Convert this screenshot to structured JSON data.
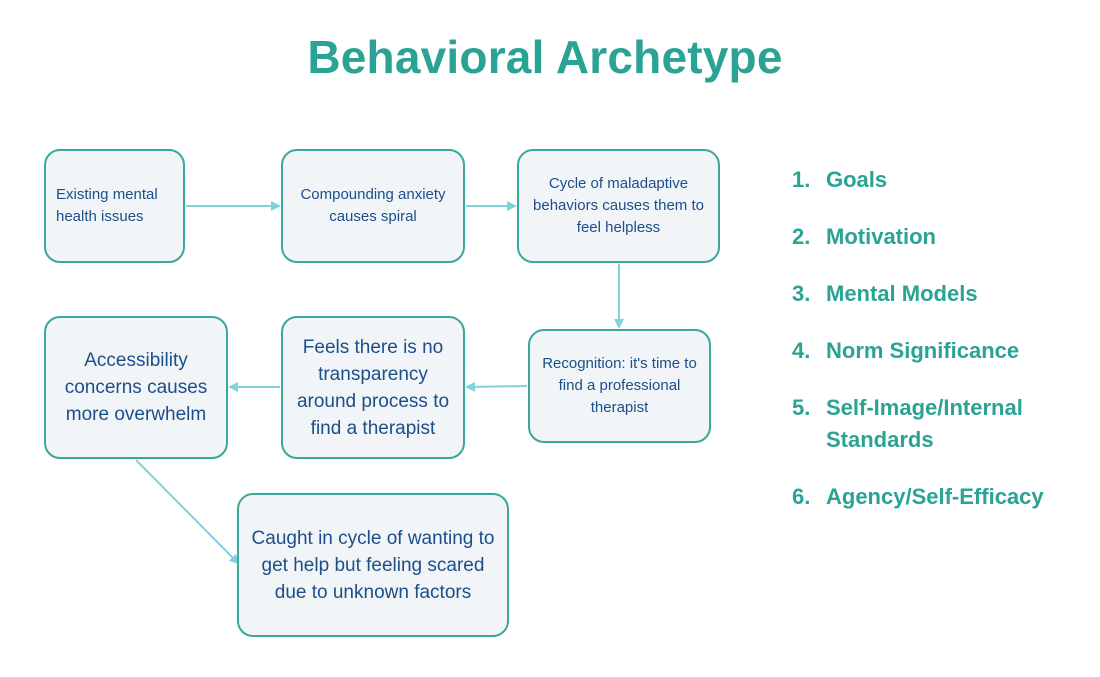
{
  "title": "Behavioral Archetype",
  "flow": {
    "boxes": [
      {
        "text": "Existing mental health issues"
      },
      {
        "text": "Compounding anxiety causes spiral"
      },
      {
        "text": "Cycle of maladaptive behaviors causes them to feel helpless"
      },
      {
        "text": "Recognition: it's time to find a professional therapist"
      },
      {
        "text": "Feels there is no transparency around process to find a therapist"
      },
      {
        "text": "Accessibility concerns causes more overwhelm"
      },
      {
        "text": "Caught in cycle of wanting to get help but feeling scared due to unknown factors"
      }
    ]
  },
  "list": {
    "items": [
      {
        "number": "1.",
        "label": "Goals"
      },
      {
        "number": "2.",
        "label": "Motivation"
      },
      {
        "number": "3.",
        "label": "Mental Models"
      },
      {
        "number": "4.",
        "label": "Norm Significance"
      },
      {
        "number": "5.",
        "label": "Self-Image/Internal Standards"
      },
      {
        "number": "6.",
        "label": "Agency/Self-Efficacy"
      }
    ]
  },
  "colors": {
    "accent": "#2aa394",
    "box_border": "#3aa89a",
    "box_fill": "#f1f5f8",
    "box_text": "#1c4e8a",
    "arrow": "#7fd3dc"
  }
}
